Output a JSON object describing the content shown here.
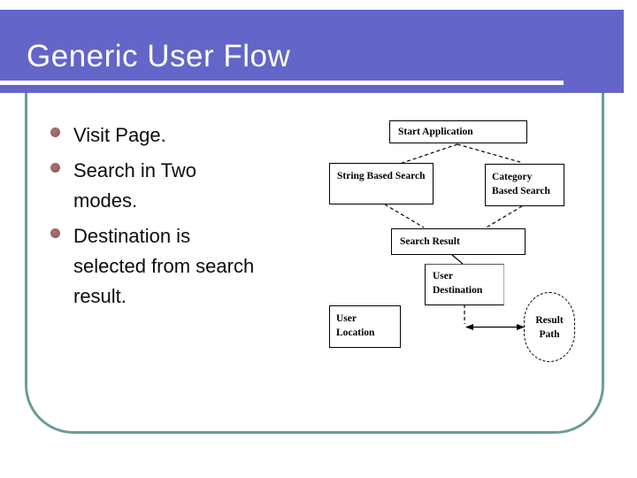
{
  "slide": {
    "title": "Generic User Flow",
    "colors": {
      "header_bg": "#6465c8",
      "frame_border": "#6b9c99",
      "bullet_dot": "#9a6363",
      "text": "#000000"
    }
  },
  "bullets": {
    "items": [
      {
        "text": "Visit Page."
      },
      {
        "text": "Search in Two\nmodes."
      },
      {
        "text": "Destination is\nselected from search\nresult."
      }
    ]
  },
  "flowchart": {
    "nodes": {
      "start_application": "Start Application",
      "string_based_search": "String Based Search",
      "category_based_search": "Category Based Search",
      "search_result": "Search Result",
      "user_destination": "User Destination",
      "user_location": "User Location",
      "result_path": "Result Path"
    }
  }
}
